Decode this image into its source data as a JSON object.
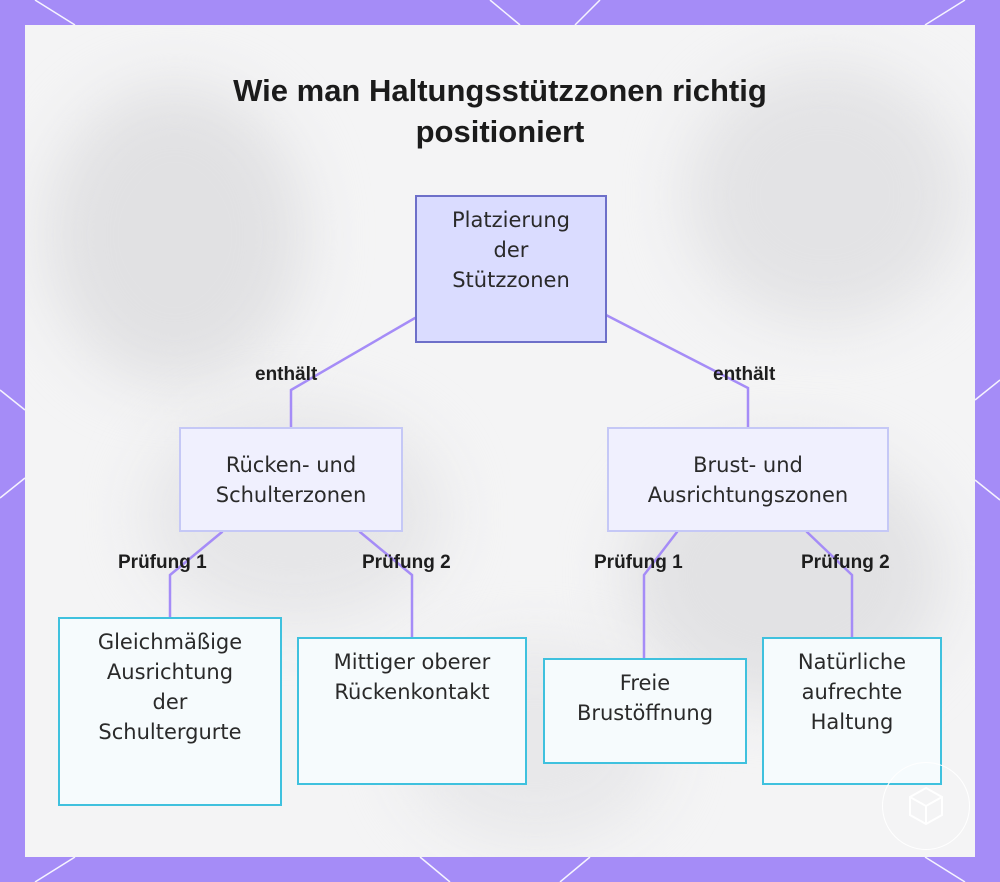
{
  "title": {
    "line1": "Wie man Haltungsstützzonen richtig",
    "line2": "positioniert"
  },
  "root": {
    "lines": [
      "Platzierung",
      "der",
      "Stützzonen"
    ]
  },
  "edges": {
    "left_label": "enthält",
    "right_label": "enthält"
  },
  "groups": [
    {
      "lines": [
        "Rücken- und",
        "Schulterzonen"
      ],
      "checks": [
        {
          "label": "Prüfung 1",
          "lines": [
            "Gleichmäßige",
            "Ausrichtung",
            "der",
            "Schultergurte"
          ]
        },
        {
          "label": "Prüfung 2",
          "lines": [
            "Mittiger oberer",
            "Rückenkontakt"
          ]
        }
      ]
    },
    {
      "lines": [
        "Brust- und",
        "Ausrichtungszonen"
      ],
      "checks": [
        {
          "label": "Prüfung 1",
          "lines": [
            "Freie",
            "Brustöffnung"
          ]
        },
        {
          "label": "Prüfung 2",
          "lines": [
            "Natürliche",
            "aufrechte",
            "Haltung"
          ]
        }
      ]
    }
  ],
  "colors": {
    "frame": "#a58cf7",
    "connector": "#a58cf7",
    "root_fill": "#dadcff",
    "root_border": "#6d6fc9",
    "group_border": "#c5c8f6",
    "leaf_border": "#3fc1de"
  },
  "logo_icon": "cube-logo-icon"
}
